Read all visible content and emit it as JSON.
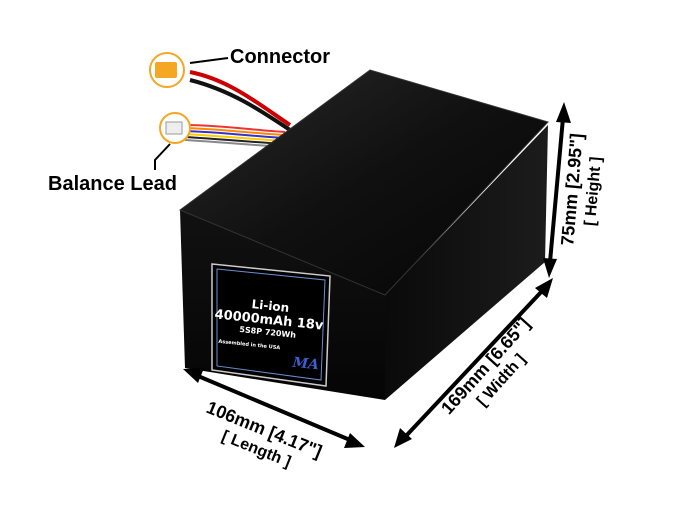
{
  "callouts": {
    "connector": "Connector",
    "balance_lead": "Balance Lead"
  },
  "dimensions": {
    "height": {
      "value": "75mm [2.95\"]",
      "name": "[ Height ]"
    },
    "width": {
      "value": "169mm [6.65\"]",
      "name": "[ Width ]"
    },
    "length": {
      "value": "106mm [4.17\"]",
      "name": "[ Length ]"
    }
  },
  "label": {
    "chemistry": "Li-ion",
    "capacity": "40000mAh 18v",
    "config": "5S8P 720Wh",
    "assembled": "Assembled in the USA",
    "logo": "MA"
  },
  "colors": {
    "battery": "#0b0b0b",
    "label_border": "#6a8fd0",
    "logo": "#3b5fd1",
    "connector": "#f5a623"
  }
}
